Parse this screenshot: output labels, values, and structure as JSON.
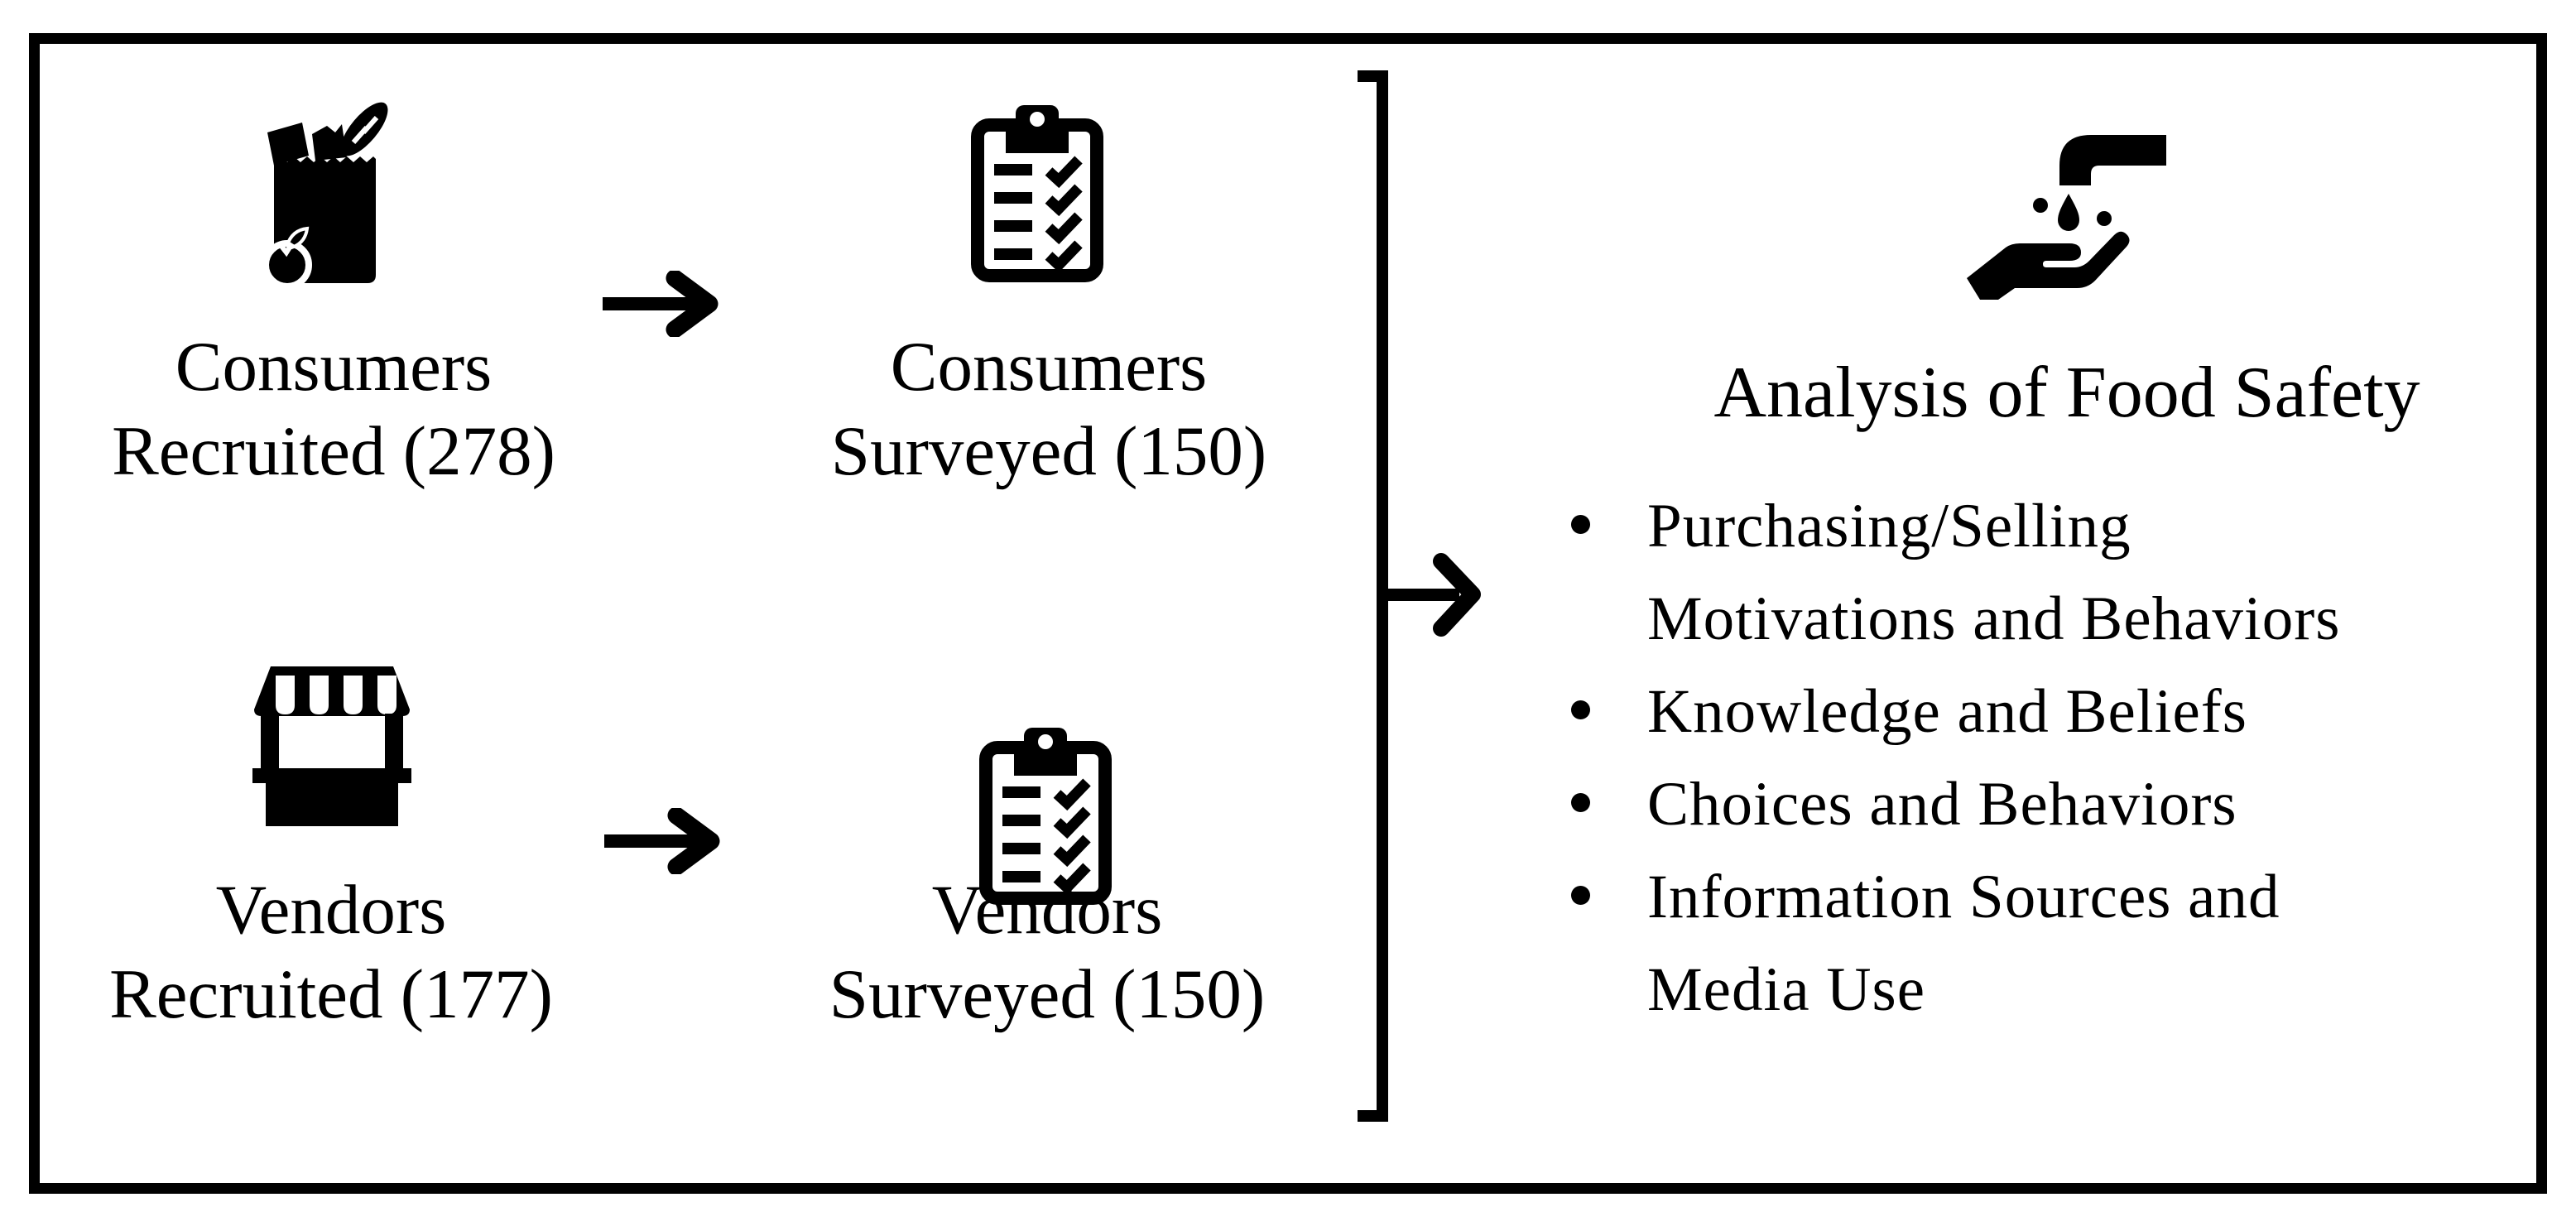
{
  "diagram": {
    "type": "study-flow-diagram",
    "colors": {
      "ink": "#000000",
      "background": "#ffffff"
    },
    "rows": [
      {
        "group": "Consumers",
        "source": {
          "icon": "grocery-bag-icon",
          "label": "Consumers\nRecruited (278)",
          "count": 278
        },
        "connector": "right-arrow-icon",
        "result": {
          "icon": "survey-checklist-icon",
          "label": "Consumers\nSurveyed (150)",
          "count": 150
        }
      },
      {
        "group": "Vendors",
        "source": {
          "icon": "market-stall-icon",
          "label": "Vendors\nRecruited (177)",
          "count": 177
        },
        "connector": "right-arrow-icon",
        "result": {
          "icon": "survey-checklist-icon",
          "label": "Vendors\nSurveyed (150)",
          "count": 150
        }
      }
    ],
    "grouping": {
      "shape": "square-bracket-with-arrow",
      "points_to": "analysis"
    },
    "analysis": {
      "icon": "handwashing-icon",
      "title": "Analysis of Food Safety",
      "bullets": [
        "Purchasing/Selling\nMotivations and Behaviors",
        "Knowledge and Beliefs",
        "Choices and Behaviors",
        "Information Sources and\nMedia Use"
      ]
    }
  }
}
